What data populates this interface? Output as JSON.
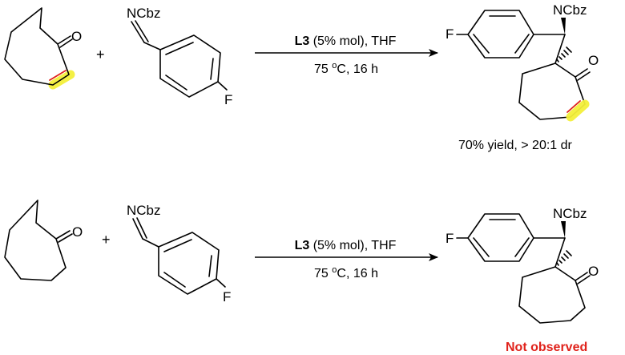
{
  "reaction1": {
    "reactant1_atoms": {
      "oxygen": "O"
    },
    "plus": "+",
    "reactant2_atoms": {
      "imine": "NCbz",
      "fluorine": "F"
    },
    "conditions": {
      "catalyst": "L3",
      "loading_solvent": " (5% mol), THF",
      "temp_prefix": "75 ",
      "temp_sup": "o",
      "temp_suffix": "C, 16 h"
    },
    "product_atoms": {
      "fluorine": "F",
      "imine": "NCbz",
      "oxygen": "O"
    },
    "result": "70% yield, > 20:1 dr",
    "highlight_colors": {
      "glow": "#f3ef3a",
      "double_bond": "#e0221b"
    }
  },
  "reaction2": {
    "reactant1_atoms": {
      "oxygen": "O"
    },
    "plus": "+",
    "reactant2_atoms": {
      "imine": "NCbz",
      "fluorine": "F"
    },
    "conditions": {
      "catalyst": "L3",
      "loading_solvent": " (5% mol), THF",
      "temp_prefix": "75 ",
      "temp_sup": "o",
      "temp_suffix": "C, 16 h"
    },
    "product_atoms": {
      "fluorine": "F",
      "imine": "NCbz",
      "oxygen": "O"
    },
    "result": "Not observed",
    "result_color": "#e0221b"
  }
}
